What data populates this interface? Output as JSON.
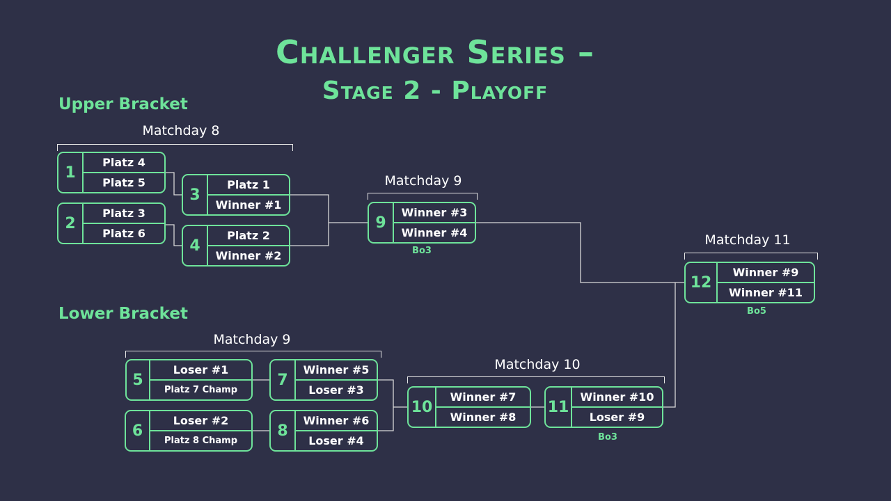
{
  "title_line1": "Challenger Series –",
  "title_line2": "Stage 2 - Playoff",
  "upper_label": "Upper Bracket",
  "lower_label": "Lower Bracket",
  "matchdays": [
    "Matchday 8",
    "Matchday 9",
    "Matchday 11",
    "Matchday 9",
    "Matchday 10"
  ],
  "formats": [
    "Bo3",
    "Bo5",
    "Bo3"
  ],
  "colors": {
    "background": "#2e3047",
    "accent": "#6ee39a",
    "line": "#d8d8d8"
  },
  "matches": [
    {
      "num": "1",
      "teams": [
        "Platz 4",
        "Platz 5"
      ]
    },
    {
      "num": "2",
      "teams": [
        "Platz 3",
        "Platz 6"
      ]
    },
    {
      "num": "3",
      "teams": [
        "Platz 1",
        "Winner #1"
      ]
    },
    {
      "num": "4",
      "teams": [
        "Platz 2",
        "Winner #2"
      ]
    },
    {
      "num": "9",
      "teams": [
        "Winner #3",
        "Winner #4"
      ]
    },
    {
      "num": "12",
      "teams": [
        "Winner #9",
        "Winner #11"
      ]
    },
    {
      "num": "5",
      "teams": [
        "Loser #1",
        "Platz 7 Champ"
      ]
    },
    {
      "num": "6",
      "teams": [
        "Loser #2",
        "Platz 8 Champ"
      ]
    },
    {
      "num": "7",
      "teams": [
        "Winner #5",
        "Loser #3"
      ]
    },
    {
      "num": "8",
      "teams": [
        "Winner #6",
        "Loser #4"
      ]
    },
    {
      "num": "10",
      "teams": [
        "Winner #7",
        "Winner #8"
      ]
    },
    {
      "num": "11",
      "teams": [
        "Winner #10",
        "Loser #9"
      ]
    }
  ]
}
